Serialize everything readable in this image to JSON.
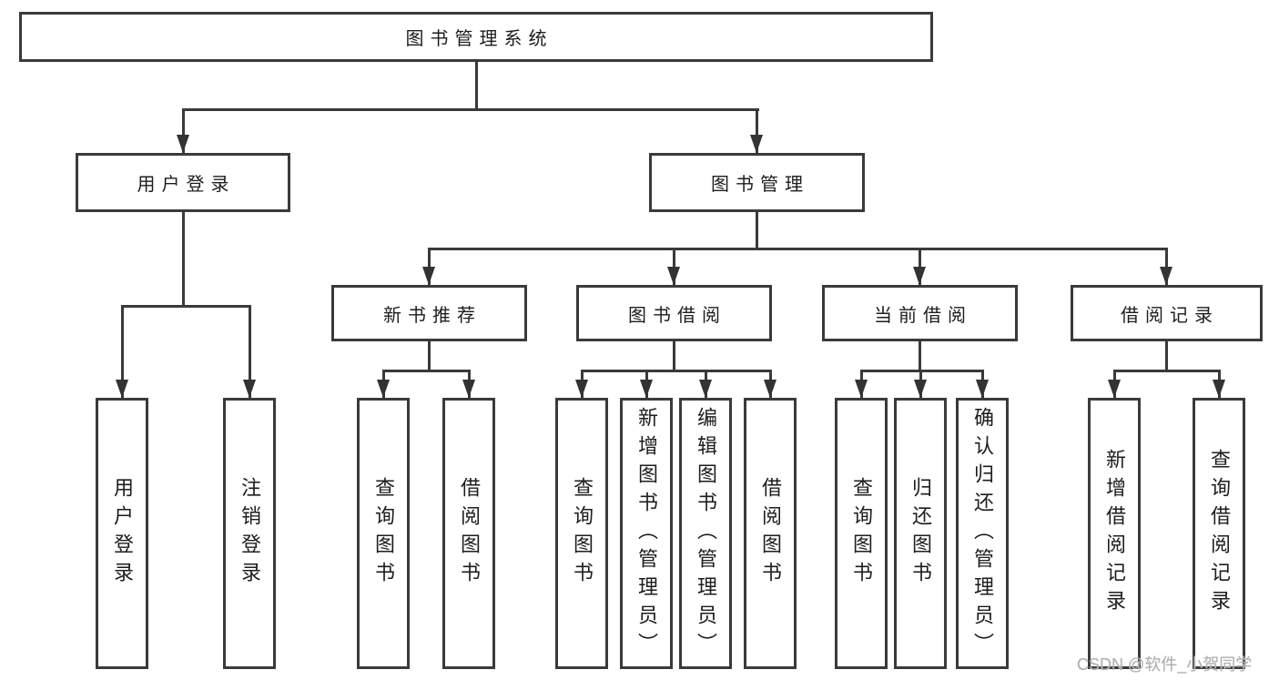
{
  "diagram_type": "hierarchy-tree",
  "tree": {
    "label": "图书管理系统",
    "children": [
      {
        "label": "用户登录",
        "children": [
          {
            "label": "用户登录"
          },
          {
            "label": "注销登录"
          }
        ]
      },
      {
        "label": "图书管理",
        "children": [
          {
            "label": "新书推荐",
            "children": [
              {
                "label": "查询图书"
              },
              {
                "label": "借阅图书"
              }
            ]
          },
          {
            "label": "图书借阅",
            "children": [
              {
                "label": "查询图书"
              },
              {
                "label": "新增图书（管理员）"
              },
              {
                "label": "编辑图书（管理员）"
              },
              {
                "label": "借阅图书"
              }
            ]
          },
          {
            "label": "当前借阅",
            "children": [
              {
                "label": "查询图书"
              },
              {
                "label": "归还图书"
              },
              {
                "label": "确认归还（管理员）"
              }
            ]
          },
          {
            "label": "借阅记录",
            "children": [
              {
                "label": "新增借阅记录"
              },
              {
                "label": "查询借阅记录"
              }
            ]
          }
        ]
      }
    ]
  },
  "watermark": "CSDN @软件_小贺同学",
  "colors": {
    "line": "#3a3a3a",
    "box_border": "#3a3a3a",
    "text": "#1d1d1d",
    "watermark": "#b0b0b0",
    "background": "#ffffff"
  }
}
